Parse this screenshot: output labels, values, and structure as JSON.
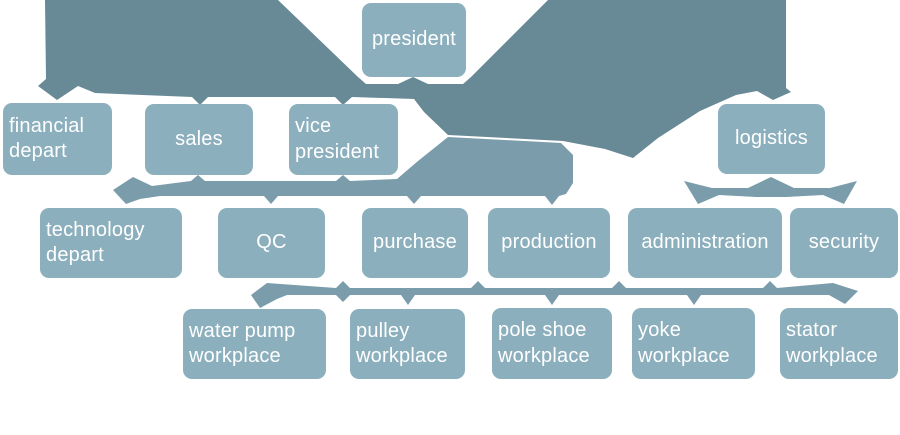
{
  "colors": {
    "background": "#ffffff",
    "node_fill": "#8cafbd",
    "fan": "#688a96",
    "band": "#7a9cab",
    "text": "#ffffff"
  },
  "nodes": {
    "president": {
      "label": "president"
    },
    "financial": {
      "label": "financial depart"
    },
    "sales": {
      "label": "sales"
    },
    "vice_president": {
      "label": "vice president"
    },
    "logistics": {
      "label": "logistics"
    },
    "technology": {
      "label": "technology depart"
    },
    "qc": {
      "label": "QC"
    },
    "purchase": {
      "label": "purchase"
    },
    "production": {
      "label": "production"
    },
    "administration": {
      "label": "administration"
    },
    "security": {
      "label": "security"
    },
    "water_pump": {
      "label": "water pump workplace"
    },
    "pulley": {
      "label": "pulley workplace"
    },
    "pole_shoe": {
      "label": "pole shoe workplace"
    },
    "yoke": {
      "label": "yoke workplace"
    },
    "stator": {
      "label": "stator workplace"
    }
  },
  "levels": [
    [
      "president"
    ],
    [
      "financial depart",
      "sales",
      "vice president",
      "logistics"
    ],
    [
      "technology depart",
      "QC",
      "purchase",
      "production",
      "administration",
      "security"
    ],
    [
      "water pump workplace",
      "pulley workplace",
      "pole shoe workplace",
      "yoke workplace",
      "stator workplace"
    ]
  ],
  "connectors": [
    {
      "name": "president-fan",
      "connects": "president → financial depart, sales, vice president, logistics"
    },
    {
      "name": "level2-level3-band",
      "connects": "sales, vice president → technology depart, QC, purchase, production"
    },
    {
      "name": "logistics-band",
      "connects": "logistics → administration, security"
    },
    {
      "name": "level3-level4-band",
      "connects": "level 3 → water pump, pulley, pole shoe, yoke, stator workplaces"
    }
  ]
}
